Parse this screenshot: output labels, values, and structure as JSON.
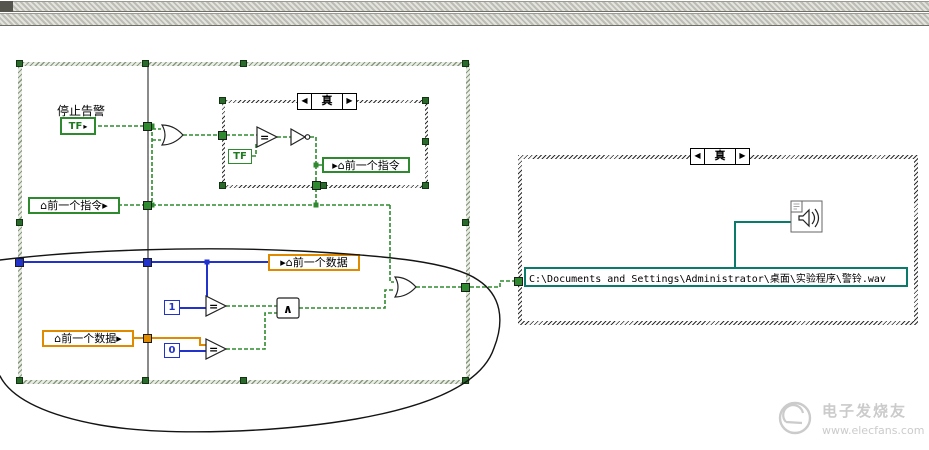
{
  "icons": {
    "arrow_right": "▸",
    "case_prev": "◀",
    "case_next": "▶"
  },
  "structures": {
    "inner_case": {
      "selector_label": "真"
    },
    "right_case": {
      "selector_label": "真"
    }
  },
  "nodes": {
    "stop_alarm_label": "停止告警",
    "stop_alarm_terminal": "TF",
    "tf_constant": "TF",
    "local_prev_cmd_read": "⌂前一个指令▸",
    "local_prev_cmd_write": "▸⌂前一个指令",
    "local_prev_data_write": "▸⌂前一个数据",
    "local_prev_data_read": "⌂前一个数据▸",
    "const_one": "1",
    "const_zero": "0",
    "equal_symbol": "=",
    "and_symbol": "∧",
    "path_constant": "C:\\Documents and Settings\\Administrator\\桌面\\实验程序\\警铃.wav"
  },
  "watermark": {
    "brand": "电子发烧友",
    "url": "www.elecfans.com"
  },
  "colors": {
    "boolean": "#2f8a2f",
    "integer": "#2233cc",
    "float": "#e08a00",
    "path": "#0a7a6a"
  }
}
